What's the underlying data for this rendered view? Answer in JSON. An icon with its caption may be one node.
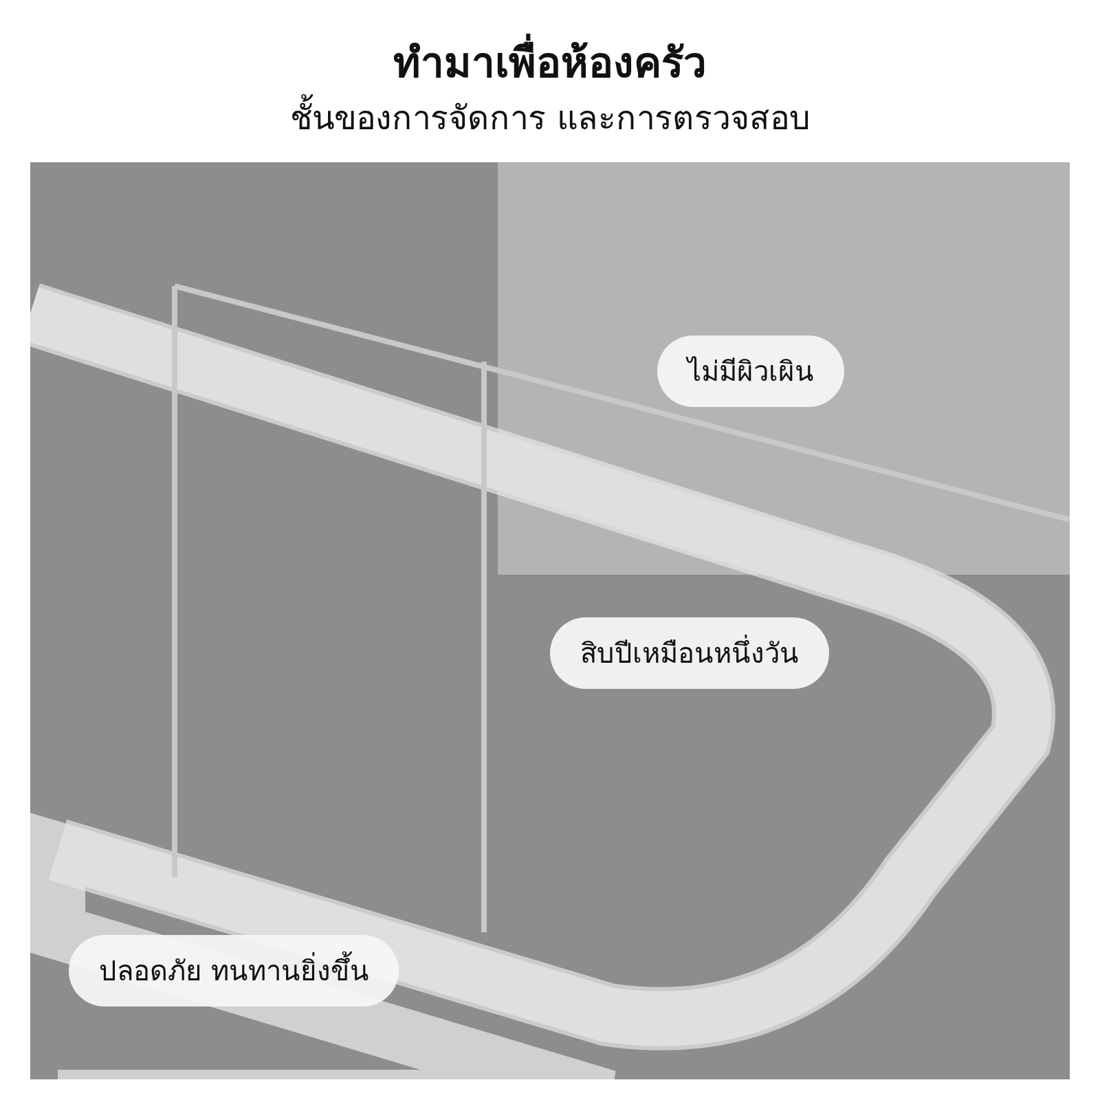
{
  "diagram": {
    "title": "ทำมาเพื่อห้องครัว",
    "nodes": [
      {
        "text": [
          "ไม่มีผิวเผิน"
        ]
      },
      {
        "text": [
          "สิบปีเหมือนหนึ่งวัน"
        ]
      },
      {
        "text": [
          "ปลอดภัย ทนทานยิ่งขึ้น"
        ]
      }
    ],
    "labels": [
      "ชั้นของการจัดการ และการตรวจสอบ"
    ]
  }
}
